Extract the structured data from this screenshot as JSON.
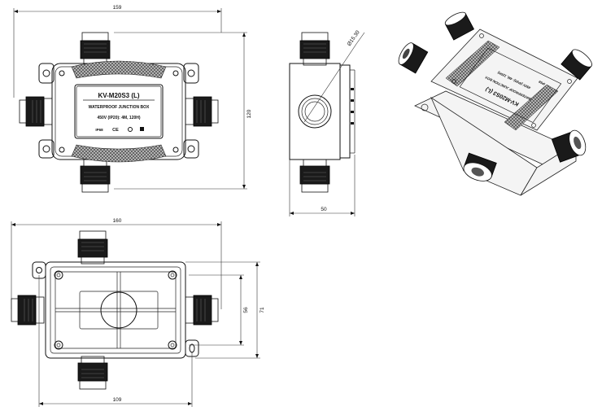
{
  "product": {
    "model": "KV-M20S3 (L)",
    "description": "WATERPROOF JUNCTION BOX",
    "rating": "450V  (IP20): 4M, 120H)",
    "ip_mark": "IP68",
    "ce_mark": "CE"
  },
  "dimensions": {
    "top_width": "159",
    "top_height": "120",
    "side_diameter": "Ø15.30",
    "side_width": "50",
    "bottom_width": "160",
    "bottom_inner_height": "56",
    "bottom_outer_height": "71",
    "bottom_mount_width": "109"
  },
  "iso_label": {
    "model": "KV-M20S3 (L)",
    "description": "WATERPROOF JUNCTION BOX",
    "rating": "450V (IP20): 4M, 120H)",
    "ip_mark": "IP68"
  }
}
